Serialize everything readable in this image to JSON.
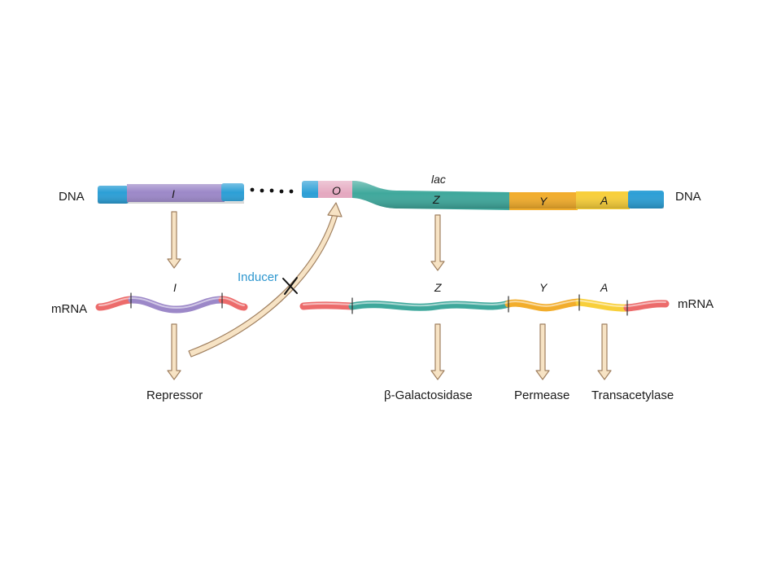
{
  "colors": {
    "dna_cap": "#2c9fd6",
    "gene_I": "#9c88c8",
    "operator": "#e5a8c0",
    "gene_Z": "#3fa89c",
    "gene_Y": "#f2ad2c",
    "gene_A": "#f8cf3a",
    "mrna_red": "#ec6b6b",
    "arrow_fill": "#f7e3c4",
    "arrow_stroke": "#a08060",
    "inducer_text": "#2e97cf"
  },
  "dna": {
    "left_label": "DNA",
    "right_label": "DNA",
    "gene_I": "I",
    "operator": "O",
    "operon_name": "lac",
    "gene_Z": "Z",
    "gene_Y": "Y",
    "gene_A": "A"
  },
  "mrna": {
    "left_label": "mRNA",
    "right_label": "mRNA",
    "gene_I": "I",
    "gene_Z": "Z",
    "gene_Y": "Y",
    "gene_A": "A"
  },
  "inducer_label": "Inducer",
  "products": {
    "repressor": "Repressor",
    "z": "β-Galactosidase",
    "y": "Permease",
    "a": "Transacetylase"
  }
}
